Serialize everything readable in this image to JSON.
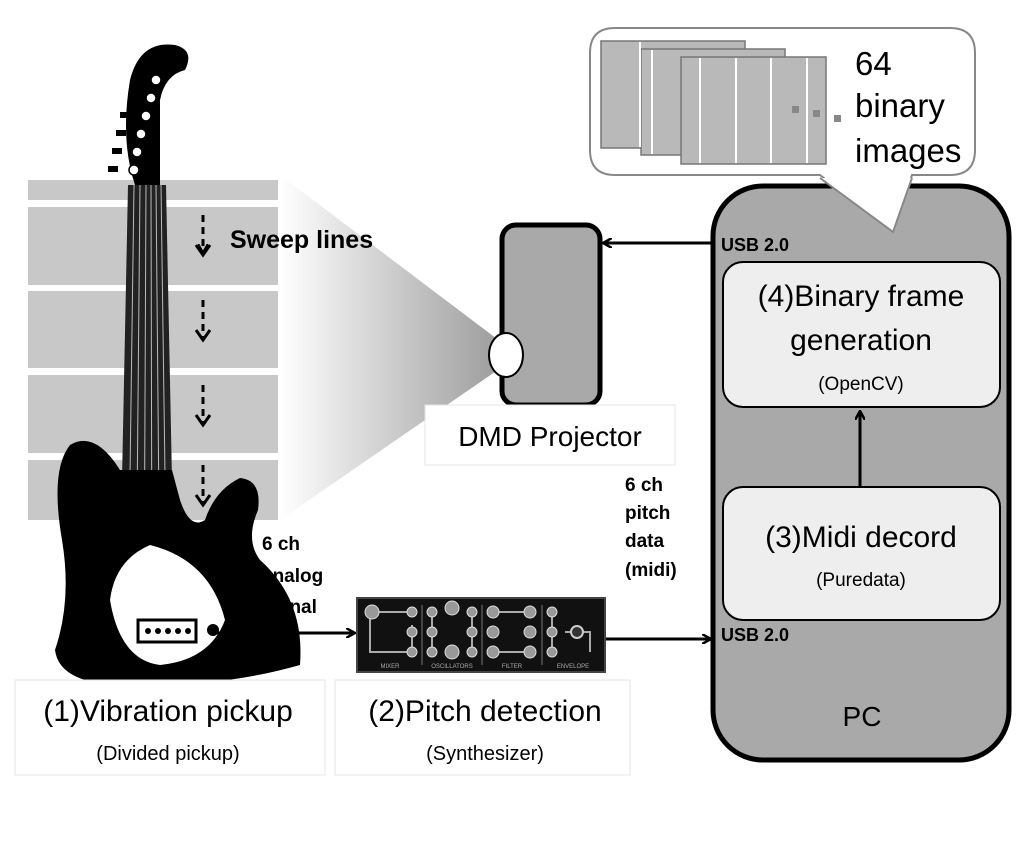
{
  "sweep": {
    "label": "Sweep lines"
  },
  "projector": {
    "label": "DMD Projector"
  },
  "bubble": {
    "count": "64",
    "line2": "binary",
    "line3": "images"
  },
  "pc": {
    "label": "PC",
    "usb_top": "USB 2.0",
    "usb_bottom": "USB 2.0",
    "step4": {
      "line1": "(4)Binary frame",
      "line2": "generation",
      "sub": "(OpenCV)"
    },
    "step3": {
      "line1": "(3)Midi decord",
      "sub": "(Puredata)"
    }
  },
  "signal_analog": {
    "lines": [
      "6 ch",
      "analog",
      "signal"
    ]
  },
  "signal_midi": {
    "lines": [
      "6 ch",
      "pitch",
      "data",
      "(midi)"
    ]
  },
  "synth": {
    "sections": [
      "MIXER",
      "OSCILLATORS",
      "FILTER",
      "ENVELOPE"
    ]
  },
  "step1": {
    "title": "(1)Vibration pickup",
    "sub": "(Divided pickup)"
  },
  "step2": {
    "title": "(2)Pitch detection",
    "sub": "(Synthesizer)"
  },
  "colors": {
    "pc_fill": "#a9a9a9",
    "box_fill": "#eeeeee",
    "band_fill": "#c8c8c8",
    "frame_fill": "#b9b9b9"
  }
}
